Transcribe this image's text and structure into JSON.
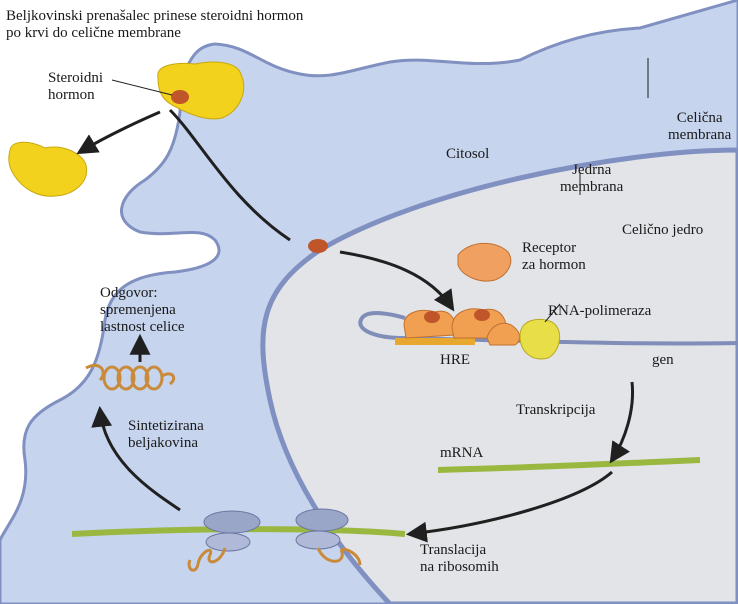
{
  "labels": {
    "carrier": "Beljkovinski prenašalec prinese steroidni hormon\npo krvi do celične membrane",
    "steroid": "Steroidni\nhormon",
    "cell_membrane": "Celična\nmembrana",
    "cytosol": "Citosol",
    "nuclear_membrane": "Jedrna\nmembrana",
    "nucleus": "Celično jedro",
    "receptor": "Receptor\nza hormon",
    "response": "Odgovor:\nspremenjena\nlastnost celice",
    "rna_pol": "RNA-polimeraza",
    "hre": "HRE",
    "gene": "gen",
    "synth": "Sintetizirana\nbeljakovina",
    "transcription": "Transkripcija",
    "mrna": "mRNA",
    "translation": "Translacija\nna ribosomih"
  },
  "colors": {
    "cytoplasm": "#c6d4ee",
    "nucleus": "#e2e4e8",
    "membrane": "#8090c0",
    "hormone_carrier": "#f2d21c",
    "hormone": "#c0552a",
    "receptor": "#e89a5a",
    "mrna": "#9ab840",
    "ribosome": "#9aa6c8",
    "protein": "#c98a3a",
    "arrow": "#202020"
  }
}
